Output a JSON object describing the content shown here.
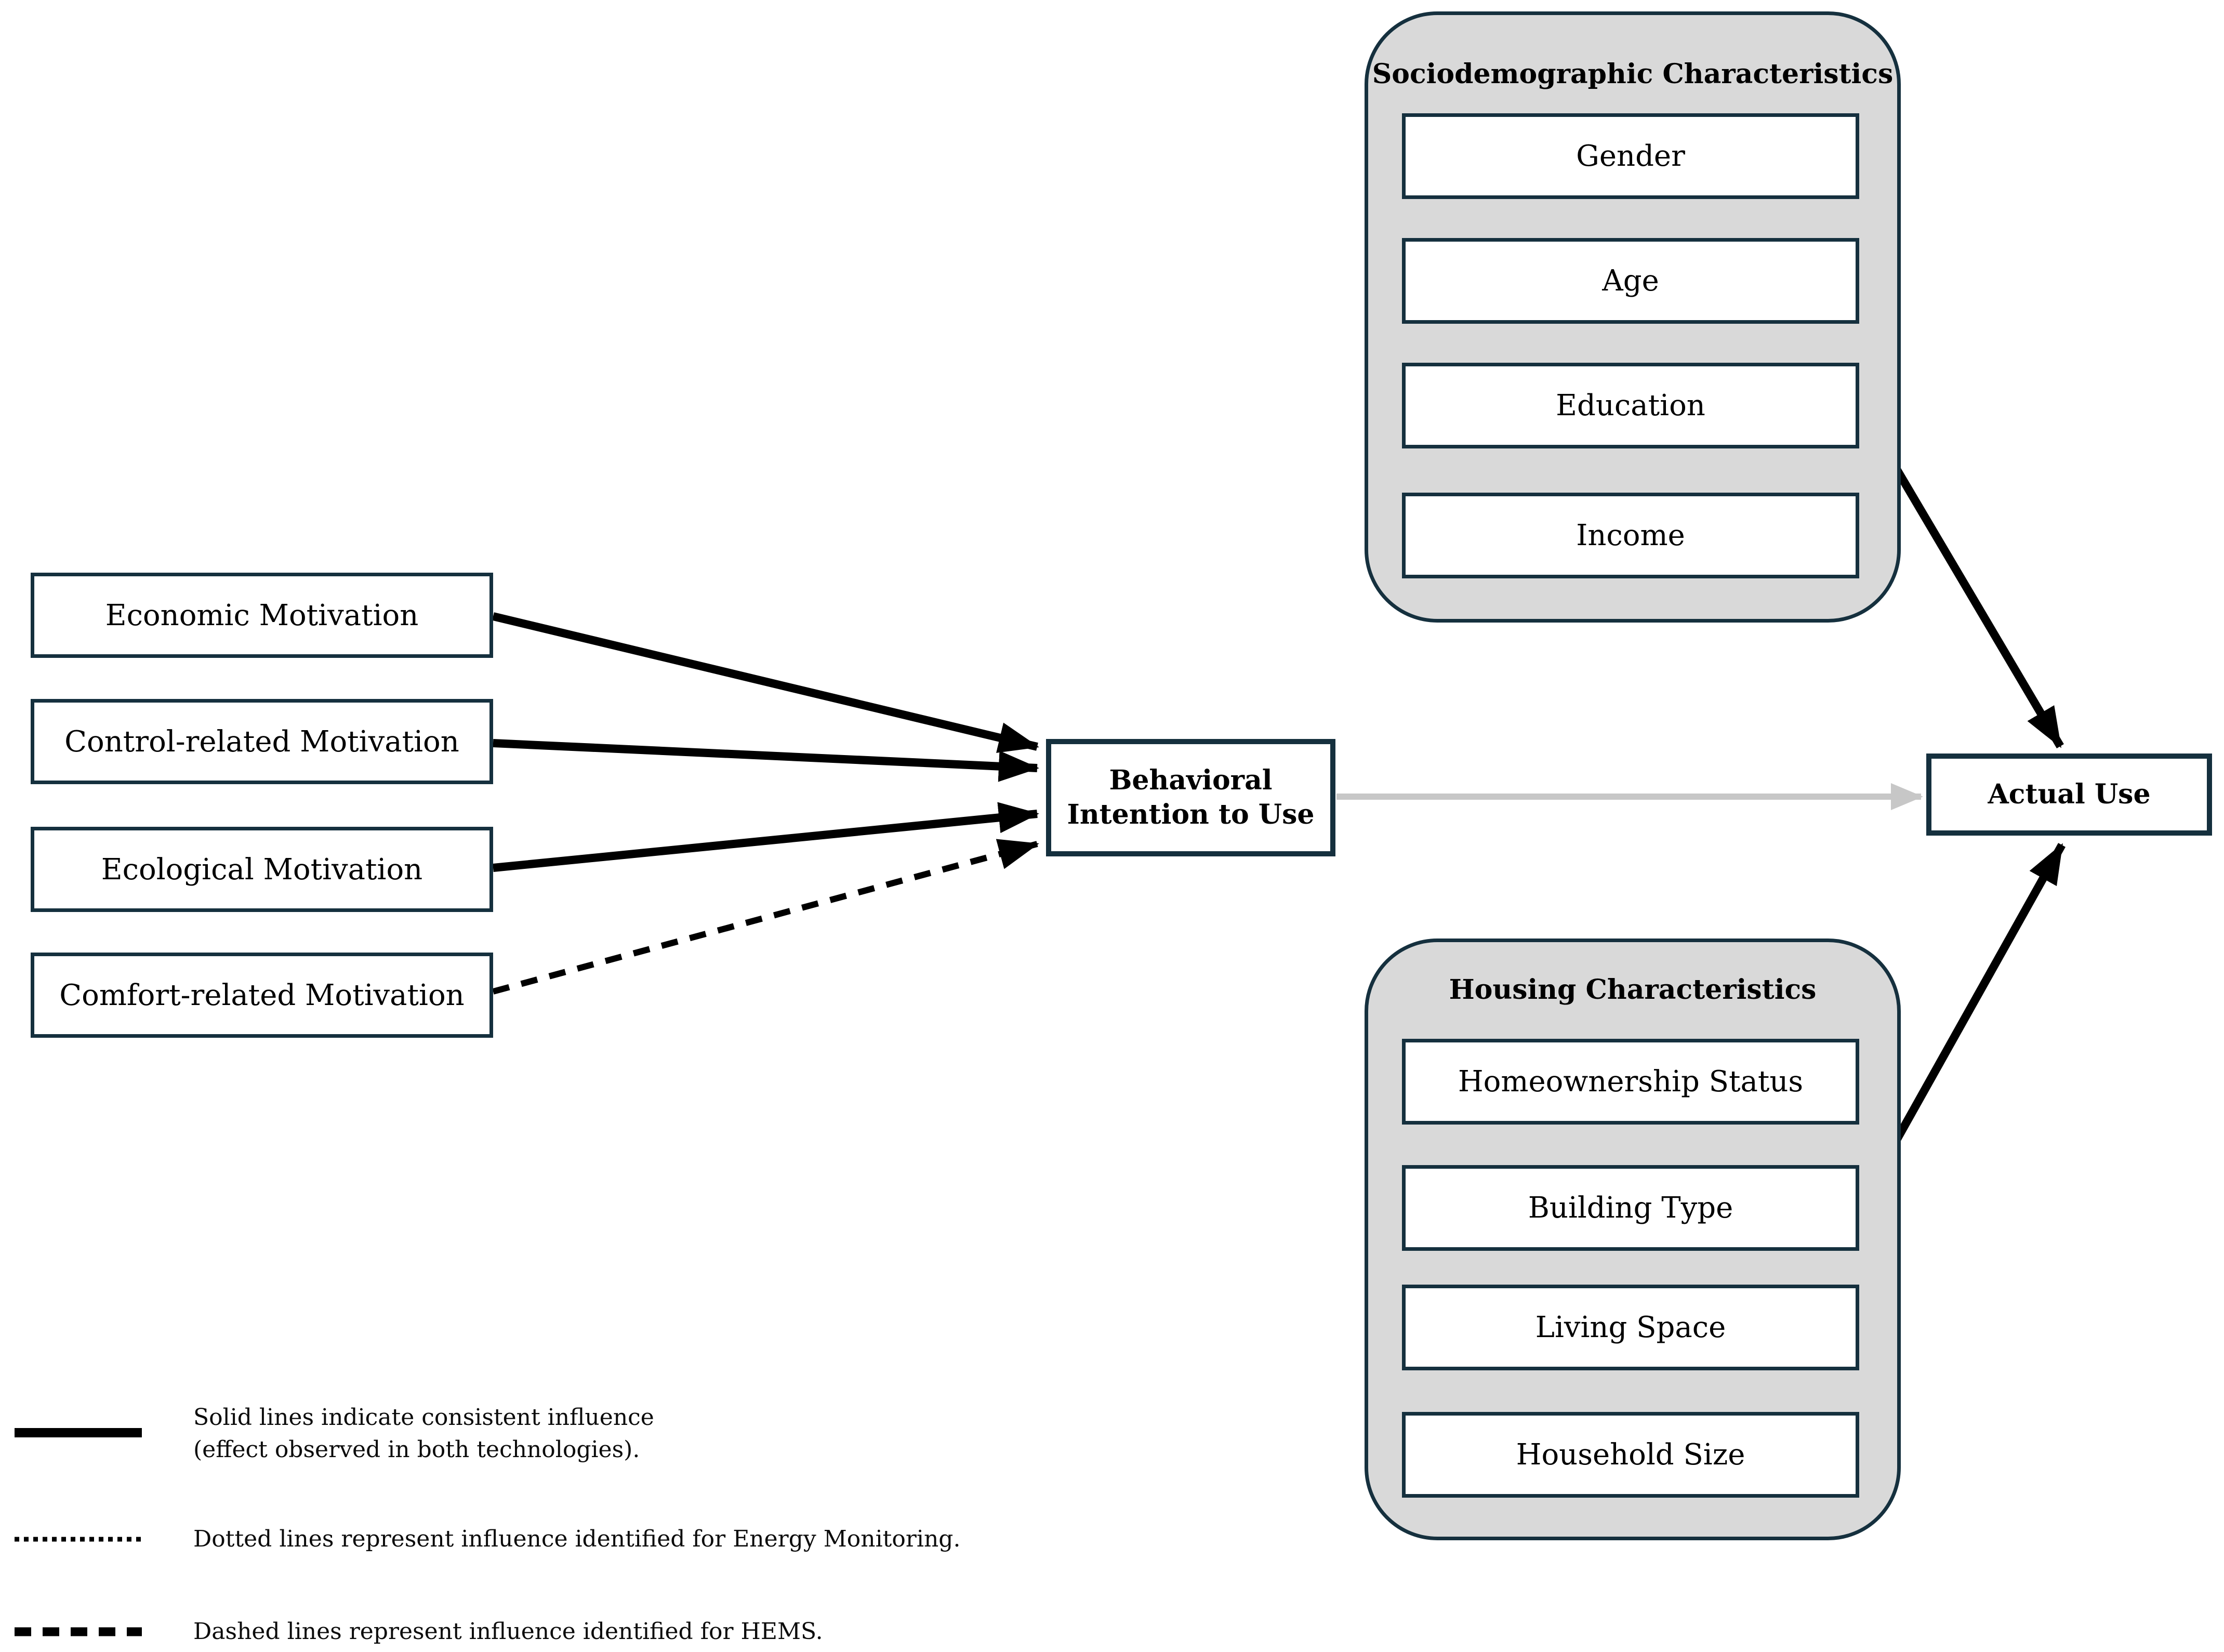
{
  "diagram": {
    "motivations": [
      {
        "label": "Economic Motivation"
      },
      {
        "label": "Control-related Motivation"
      },
      {
        "label": "Ecological Motivation"
      },
      {
        "label": "Comfort-related Motivation"
      }
    ],
    "intention_box": {
      "label": "Behavioral Intention to Use",
      "lines": [
        "Behavioral",
        "Intention to Use"
      ]
    },
    "actual_use_box": {
      "label": "Actual Use"
    },
    "groups": [
      {
        "title": "Sociodemographic Characteristics",
        "items": [
          {
            "label": "Gender"
          },
          {
            "label": "Age"
          },
          {
            "label": "Education"
          },
          {
            "label": "Income"
          }
        ]
      },
      {
        "title": "Housing Characteristics",
        "items": [
          {
            "label": "Homeownership Status"
          },
          {
            "label": "Building Type"
          },
          {
            "label": "Living Space"
          },
          {
            "label": "Household Size"
          }
        ]
      }
    ],
    "legend": {
      "solid": {
        "lines": [
          "Solid lines indicate consistent influence",
          "(effect observed in both technologies)."
        ]
      },
      "dotted": {
        "lines": [
          "Dotted lines represent influence identified for Energy Monitoring."
        ]
      },
      "dashed": {
        "lines": [
          "Dashed lines represent influence identified for HEMS."
        ]
      }
    },
    "colors": {
      "border": "#15303e",
      "group_fill": "#d9d9d9",
      "arrow_black": "#000000",
      "arrow_gray": "#c7c7c7",
      "box_fill": "#ffffff"
    }
  }
}
